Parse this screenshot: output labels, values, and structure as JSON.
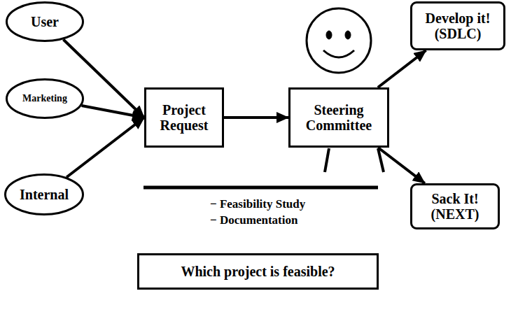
{
  "diagram": {
    "nodes": [
      {
        "text": [
          "User"
        ]
      },
      {
        "text": [
          "Marketing"
        ]
      },
      {
        "text": [
          "Internal"
        ]
      },
      {
        "text": [
          "Project Request"
        ]
      },
      {
        "text": [
          "Steering Committee"
        ]
      },
      {
        "text": [
          "Develop it! (SDLC)"
        ]
      },
      {
        "text": [
          "Sack It! (NEXT)"
        ]
      },
      {
        "text": [
          "Which project is feasible?"
        ]
      }
    ],
    "edges": [
      {
        "from": 0,
        "to": 3,
        "arrow": "to"
      },
      {
        "from": 1,
        "to": 3,
        "arrow": "to"
      },
      {
        "from": 2,
        "to": 3,
        "arrow": "to"
      },
      {
        "from": 3,
        "to": 4,
        "arrow": "to"
      },
      {
        "from": 4,
        "to": 5,
        "arrow": "to"
      },
      {
        "from": 4,
        "to": 6,
        "arrow": "to"
      }
    ],
    "labels": [
      "− Feasibility Study",
      "− Documentation"
    ]
  }
}
